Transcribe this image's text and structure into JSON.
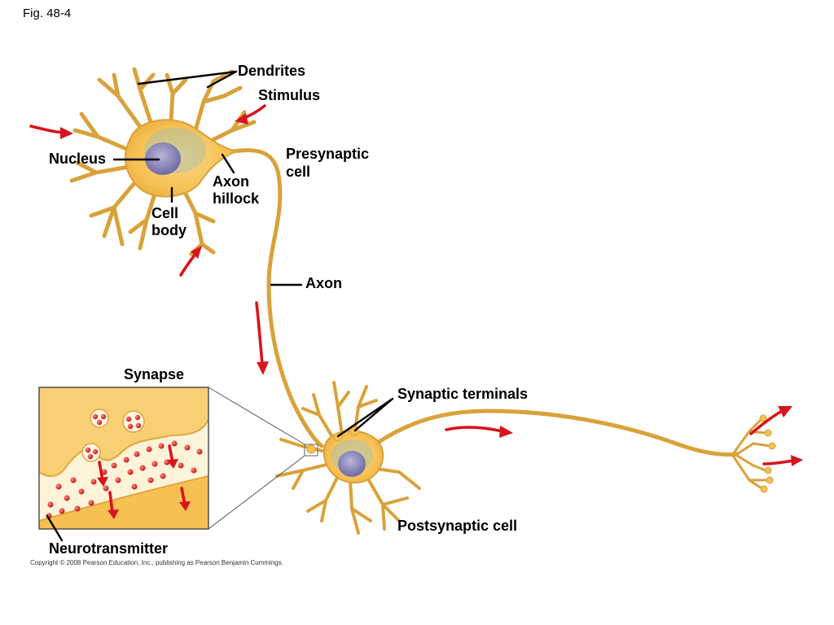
{
  "figure_label": "Fig. 48-4",
  "labels": {
    "dendrites": "Dendrites",
    "stimulus": "Stimulus",
    "nucleus": "Nucleus",
    "presynaptic_line1": "Presynaptic",
    "presynaptic_line2": "cell",
    "axon_hillock_line1": "Axon",
    "axon_hillock_line2": "hillock",
    "cell_body_line1": "Cell",
    "cell_body_line2": "body",
    "axon": "Axon",
    "synapse": "Synapse",
    "synaptic_terminals": "Synaptic terminals",
    "postsynaptic_cell": "Postsynaptic cell",
    "neurotransmitter": "Neurotransmitter"
  },
  "copyright": "Copyright © 2008 Pearson Education, Inc., publishing as Pearson Benjamin Cummings.",
  "colors": {
    "neuron_fill": "#f6c052",
    "neuron_outline": "#d9a23a",
    "nucleus": "#8a86b8",
    "signal_arrow": "#d8141c",
    "vesicle": "#e0322b",
    "inset_background": "#fde7b5"
  }
}
